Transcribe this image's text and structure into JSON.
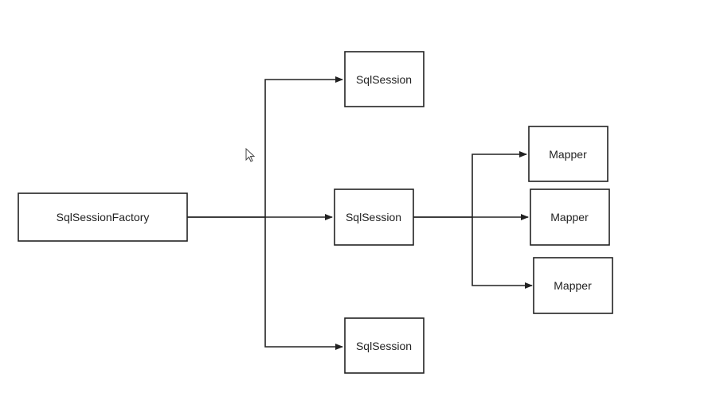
{
  "diagram": {
    "factory": {
      "label": "SqlSessionFactory"
    },
    "sessions": [
      {
        "label": "SqlSession"
      },
      {
        "label": "SqlSession"
      },
      {
        "label": "SqlSession"
      }
    ],
    "mappers": [
      {
        "label": "Mapper"
      },
      {
        "label": "Mapper"
      },
      {
        "label": "Mapper"
      }
    ]
  },
  "icons": {
    "cursor": "mouse-pointer-icon"
  }
}
